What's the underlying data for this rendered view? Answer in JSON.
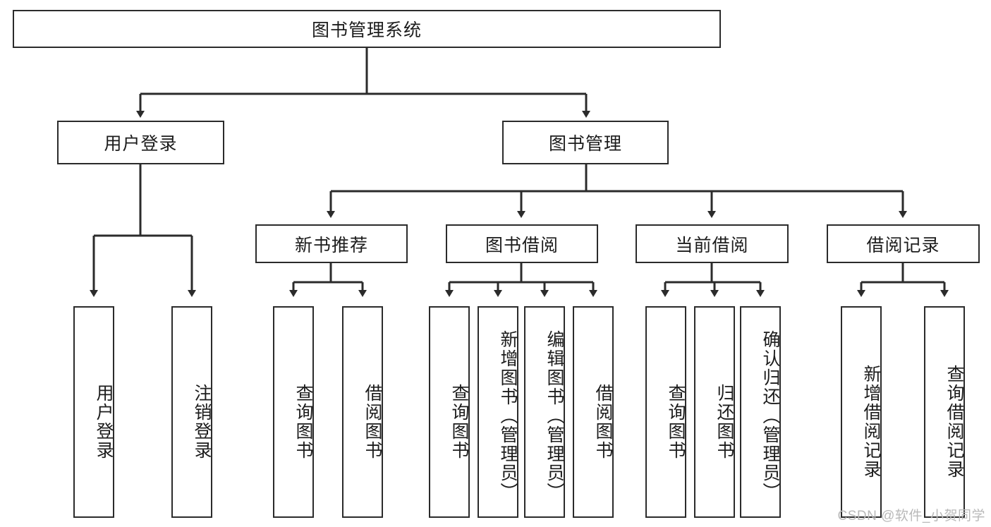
{
  "diagram": {
    "type": "tree-hierarchy-diagram",
    "title": "图书管理系统",
    "root": {
      "label": "图书管理系统"
    },
    "level2": [
      {
        "label": "用户登录"
      },
      {
        "label": "图书管理"
      }
    ],
    "level3": [
      {
        "label": "新书推荐"
      },
      {
        "label": "图书借阅"
      },
      {
        "label": "当前借阅"
      },
      {
        "label": "借阅记录"
      }
    ],
    "leaves": [
      {
        "label": "用户登录",
        "parent": "用户登录"
      },
      {
        "label": "注销登录",
        "parent": "用户登录"
      },
      {
        "label": "查询图书",
        "parent": "新书推荐"
      },
      {
        "label": "借阅图书",
        "parent": "新书推荐"
      },
      {
        "label": "查询图书",
        "parent": "图书借阅"
      },
      {
        "label": "新增图书（管理员）",
        "parent": "图书借阅"
      },
      {
        "label": "编辑图书（管理员）",
        "parent": "图书借阅"
      },
      {
        "label": "借阅图书",
        "parent": "图书借阅"
      },
      {
        "label": "查询图书",
        "parent": "当前借阅"
      },
      {
        "label": "归还图书",
        "parent": "当前借阅"
      },
      {
        "label": "确认归还（管理员）",
        "parent": "当前借阅"
      },
      {
        "label": "新增借阅记录",
        "parent": "借阅记录"
      },
      {
        "label": "查询借阅记录",
        "parent": "借阅记录"
      }
    ]
  },
  "watermark": {
    "text": "CSDN @软件_小贺同学"
  },
  "colors": {
    "stroke": "#2b2b2b",
    "background": "#ffffff",
    "text": "#1c1c1c",
    "watermark": "#b9b9b9"
  }
}
